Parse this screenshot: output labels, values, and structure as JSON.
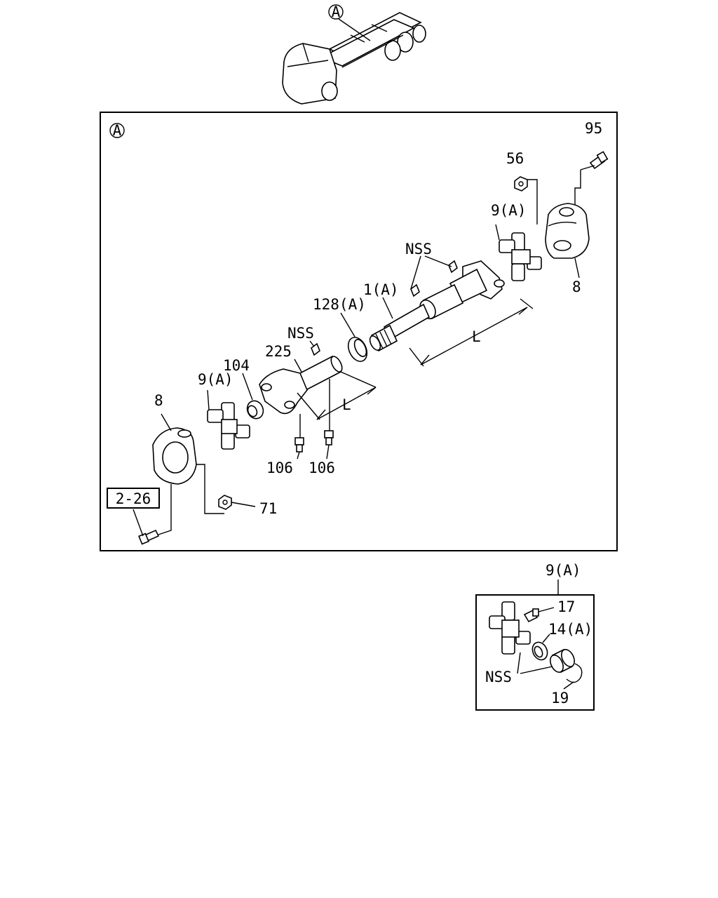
{
  "overview": {
    "callout": "A"
  },
  "main_view": {
    "callout": "A",
    "labels": {
      "p95": "95",
      "p56": "56",
      "p9a_right": "9(A)",
      "nss_top": "NSS",
      "p8_right": "8",
      "p1a": "1(A)",
      "p128a": "128(A)",
      "length_upper": "L",
      "nss_mid": "NSS",
      "p225": "225",
      "p104": "104",
      "p9a_left": "9(A)",
      "p8_left": "8",
      "length_lower": "L",
      "p106a": "106",
      "p106b": "106",
      "p71": "71",
      "ref_box": "2-26"
    }
  },
  "detail_view": {
    "labels": {
      "title": "9(A)",
      "p17": "17",
      "p14a": "14(A)",
      "nss": "NSS",
      "p19": "19"
    }
  }
}
